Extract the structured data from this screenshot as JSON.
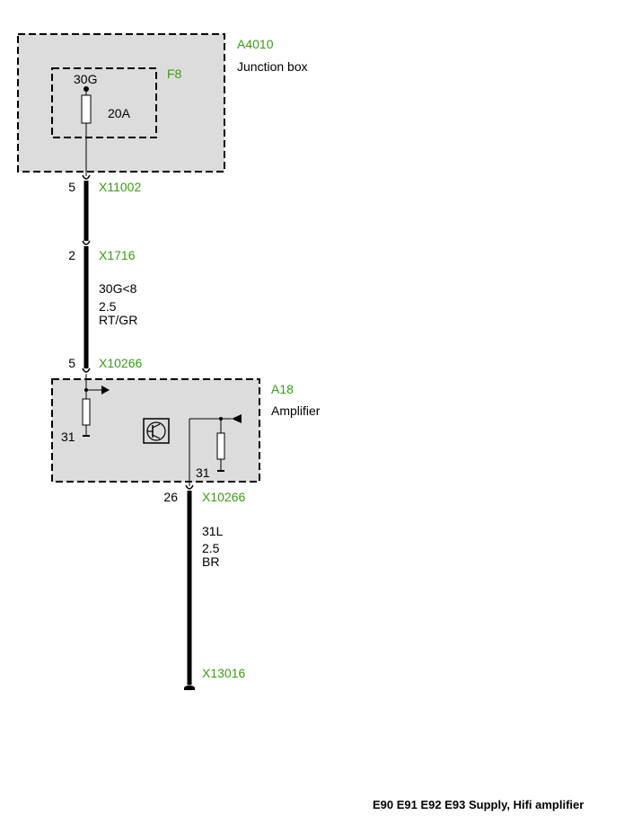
{
  "components": {
    "junction_box": {
      "id": "A4010",
      "name": "Junction box"
    },
    "fuse": {
      "id": "F8",
      "terminal": "30G",
      "rating": "20A"
    },
    "amplifier": {
      "id": "A18",
      "name": "Amplifier",
      "ground_left": "31",
      "ground_right": "31"
    }
  },
  "connectors": {
    "x11002": {
      "id": "X11002",
      "pin": "5"
    },
    "x1716": {
      "id": "X1716",
      "pin": "2"
    },
    "x10266_in": {
      "id": "X10266",
      "pin": "5"
    },
    "x10266_out": {
      "id": "X10266",
      "pin": "26"
    },
    "x13016": {
      "id": "X13016"
    }
  },
  "wires": {
    "supply": {
      "signal": "30G<8",
      "gauge": "2.5",
      "color": "RT/GR"
    },
    "ground": {
      "signal": "31L",
      "gauge": "2.5",
      "color": "BR"
    }
  },
  "footer": {
    "title": "E90 E91 E92 E93 Supply, Hifi amplifier"
  },
  "colors": {
    "label_green": "#3b9a16",
    "box_fill": "#dcdcdc"
  }
}
